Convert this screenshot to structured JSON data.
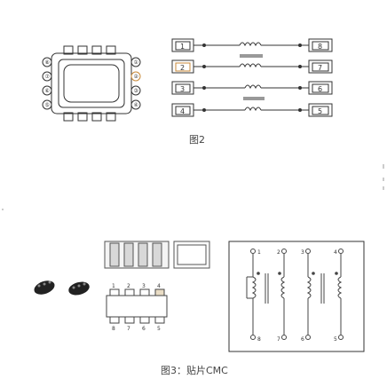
{
  "figure2": {
    "caption": "图2",
    "chip_left_pins": [
      "⑧",
      "⑦",
      "⑥",
      "⑤"
    ],
    "chip_right_pins": [
      "①",
      "②",
      "③",
      "④"
    ],
    "schematic_left_pins": [
      "1",
      "2",
      "3",
      "4"
    ],
    "schematic_right_pins": [
      "8",
      "7",
      "6",
      "5"
    ]
  },
  "figure3": {
    "caption": "图3：贴片CMC",
    "footprint_top_pins": [
      "1",
      "2",
      "3",
      "4"
    ],
    "footprint_bottom_pins": [
      "8",
      "7",
      "6",
      "5"
    ],
    "schematic_top_pins": [
      "1",
      "2",
      "3",
      "4"
    ],
    "schematic_bottom_pins": [
      "8",
      "7",
      "6",
      "5"
    ]
  }
}
